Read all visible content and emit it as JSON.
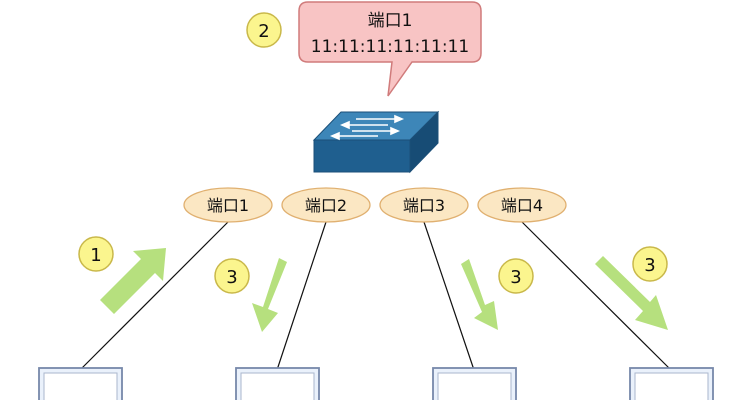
{
  "callout": {
    "port_label": "端口1",
    "mac_address": "11:11:11:11:11:11",
    "step_badge": "2"
  },
  "ports": [
    {
      "label": "端口1"
    },
    {
      "label": "端口2"
    },
    {
      "label": "端口3"
    },
    {
      "label": "端口4"
    }
  ],
  "step_badges": [
    {
      "text": "1",
      "direction": "up"
    },
    {
      "text": "3",
      "direction": "down"
    },
    {
      "text": "3",
      "direction": "down"
    },
    {
      "text": "3",
      "direction": "down"
    }
  ],
  "colors": {
    "switch_top": "#3d86b8",
    "switch_front": "#1f5f8f",
    "callout_fill": "#f8c4c4",
    "callout_stroke": "#d07b7b",
    "port_fill": "#fbe7c3",
    "port_stroke": "#e0b070",
    "badge_fill": "#fbf58e",
    "badge_stroke": "#c9b84a",
    "arrow": "#b6e07e",
    "computer_fill": "#eaf1fb",
    "computer_stroke": "#7788aa"
  }
}
